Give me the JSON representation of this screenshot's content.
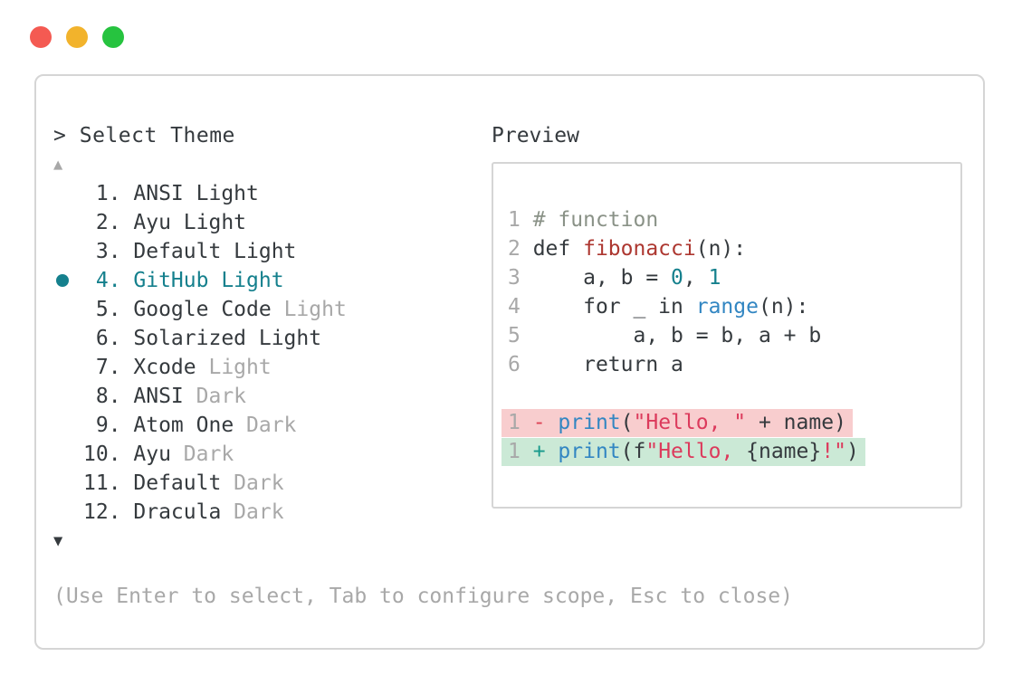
{
  "colors": {
    "text": "#353a3e",
    "dim": "#a8a8a8",
    "selected": "#15808d",
    "comment": "#8a9287",
    "func": "#ad3730",
    "num": "#15808d",
    "builtin": "#3286c2",
    "str": "#dc3a5c",
    "minus": "#dd4355",
    "plus": "#189a8c",
    "minus_bg": "#f8cdce",
    "plus_bg": "#cbe9d6",
    "window_border": "#d5d5d5",
    "traffic_red": "#f45a52",
    "traffic_yellow": "#f2b32c",
    "traffic_green": "#26c33f"
  },
  "window_controls": {
    "close": "close",
    "minimize": "minimize",
    "maximize": "maximize"
  },
  "prompt": {
    "symbol": ">",
    "title": "Select Theme"
  },
  "theme_list": {
    "up_arrow": "▲",
    "down_arrow": "▼",
    "items": [
      {
        "number": "1",
        "name": "ANSI Light",
        "dim_suffix": "",
        "selected": false
      },
      {
        "number": "2",
        "name": "Ayu Light",
        "dim_suffix": "",
        "selected": false
      },
      {
        "number": "3",
        "name": "Default Light",
        "dim_suffix": "",
        "selected": false
      },
      {
        "number": "4",
        "name": "GitHub Light",
        "dim_suffix": "",
        "selected": true
      },
      {
        "number": "5",
        "name": "Google Code",
        "dim_suffix": "Light",
        "selected": false
      },
      {
        "number": "6",
        "name": "Solarized Light",
        "dim_suffix": "",
        "selected": false
      },
      {
        "number": "7",
        "name": "Xcode",
        "dim_suffix": "Light",
        "selected": false
      },
      {
        "number": "8",
        "name": "ANSI",
        "dim_suffix": "Dark",
        "selected": false
      },
      {
        "number": "9",
        "name": "Atom One",
        "dim_suffix": "Dark",
        "selected": false
      },
      {
        "number": "10",
        "name": "Ayu",
        "dim_suffix": "Dark",
        "selected": false
      },
      {
        "number": "11",
        "name": "Default",
        "dim_suffix": "Dark",
        "selected": false
      },
      {
        "number": "12",
        "name": "Dracula",
        "dim_suffix": "Dark",
        "selected": false
      }
    ]
  },
  "preview": {
    "title": "Preview",
    "code_lines": [
      [
        {
          "t": "1 ",
          "c": "dim"
        },
        {
          "t": "# function",
          "c": "comment"
        }
      ],
      [
        {
          "t": "2 ",
          "c": "dim"
        },
        {
          "t": "def ",
          "c": "text"
        },
        {
          "t": "fibonacci",
          "c": "func"
        },
        {
          "t": "(n):",
          "c": "text"
        }
      ],
      [
        {
          "t": "3 ",
          "c": "dim"
        },
        {
          "t": "    a, b = ",
          "c": "text"
        },
        {
          "t": "0",
          "c": "num"
        },
        {
          "t": ", ",
          "c": "text"
        },
        {
          "t": "1",
          "c": "num"
        }
      ],
      [
        {
          "t": "4 ",
          "c": "dim"
        },
        {
          "t": "    for _ in ",
          "c": "text"
        },
        {
          "t": "range",
          "c": "builtin"
        },
        {
          "t": "(n):",
          "c": "text"
        }
      ],
      [
        {
          "t": "5 ",
          "c": "dim"
        },
        {
          "t": "        a, b = b, a + b",
          "c": "text"
        }
      ],
      [
        {
          "t": "6 ",
          "c": "dim"
        },
        {
          "t": "    return a",
          "c": "text"
        }
      ]
    ],
    "diff_lines": [
      {
        "type": "removed",
        "tokens": [
          {
            "t": "1 ",
            "c": "dim"
          },
          {
            "t": "- ",
            "c": "minus"
          },
          {
            "t": "print",
            "c": "builtin"
          },
          {
            "t": "(",
            "c": "text"
          },
          {
            "t": "\"Hello, \"",
            "c": "str"
          },
          {
            "t": " + name)",
            "c": "text"
          }
        ]
      },
      {
        "type": "added",
        "tokens": [
          {
            "t": "1 ",
            "c": "dim"
          },
          {
            "t": "+ ",
            "c": "plus"
          },
          {
            "t": "print",
            "c": "builtin"
          },
          {
            "t": "(f",
            "c": "text"
          },
          {
            "t": "\"Hello, ",
            "c": "str"
          },
          {
            "t": "{name}",
            "c": "text"
          },
          {
            "t": "!\"",
            "c": "str"
          },
          {
            "t": ")",
            "c": "text"
          }
        ]
      }
    ]
  },
  "footer": {
    "hint": "(Use Enter to select, Tab to configure scope, Esc to close)"
  }
}
